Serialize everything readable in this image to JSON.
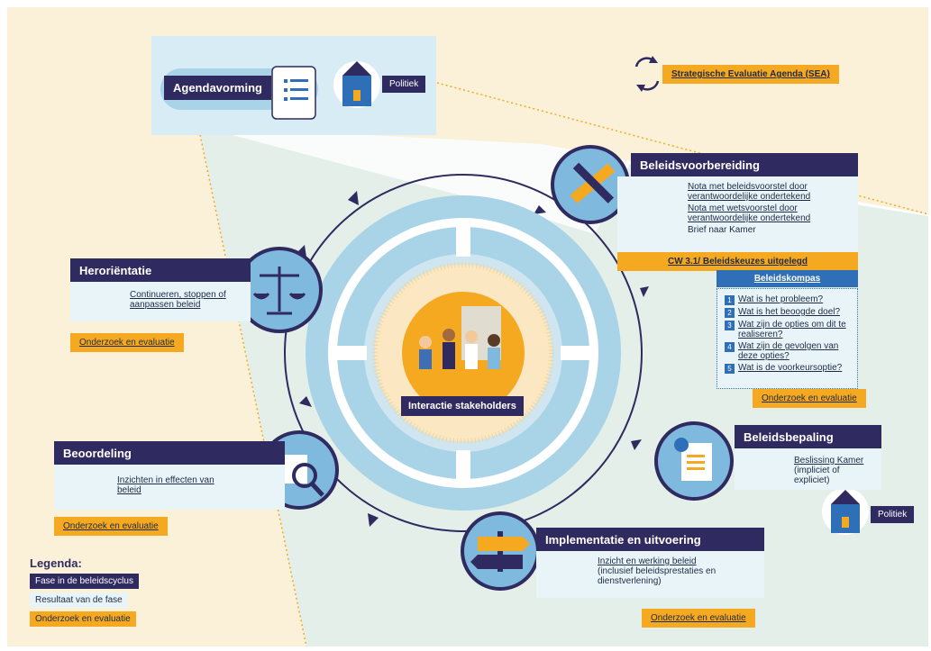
{
  "center": {
    "label": "Interactie stakeholders"
  },
  "agenda": {
    "label": "Agendavorming",
    "politiek": "Politiek"
  },
  "sea": {
    "label": "Strategische Evaluatie Agenda (SEA)"
  },
  "voorbereiding": {
    "title": "Beleidsvoorbereiding",
    "items": [
      "Nota met beleidsvoorstel door verantwoordelijke ondertekend",
      "Nota met wetsvoorstel door verantwoordelijke ondertekend",
      "Brief naar Kamer"
    ],
    "cw": "CW 3.1/ Beleidskeuzes uitgelegd"
  },
  "kompas": {
    "title": "Beleidskompas",
    "questions": [
      {
        "n": "1",
        "text": "Wat is het probleem?"
      },
      {
        "n": "2",
        "text": "Wat is het beoogde doel?"
      },
      {
        "n": "3",
        "text": "Wat zijn de opties om dit te realiseren?"
      },
      {
        "n": "4",
        "text": "Wat zijn de gevolgen van deze opties?"
      },
      {
        "n": "5",
        "text": "Wat is de voorkeursoptie?"
      }
    ],
    "onderzoek": "Onderzoek en evaluatie"
  },
  "bepaling": {
    "title": "Beleidsbepaling",
    "result_link": "Beslissing Kamer",
    "result_note": "(impliciet of expliciet)",
    "politiek": "Politiek"
  },
  "implementatie": {
    "title": "Implementatie en uitvoering",
    "result_link": "Inzicht en werking beleid",
    "result_note": "(inclusief beleidsprestaties en dienstverlening)",
    "onderzoek": "Onderzoek en evaluatie"
  },
  "beoordeling": {
    "title": "Beoordeling",
    "result": "Inzichten in effecten van beleid",
    "onderzoek": "Onderzoek en evaluatie"
  },
  "herorientatie": {
    "title": "Heroriëntatie",
    "result": "Continueren, stoppen of aanpassen beleid",
    "onderzoek": "Onderzoek en evaluatie"
  },
  "legend": {
    "title": "Legenda:",
    "phase": "Fase in de beleidscyclus",
    "result": "Resultaat van de fase",
    "research": "Onderzoek en evaluatie"
  },
  "colors": {
    "navy": "#2f2a5f",
    "orange": "#f4a921",
    "light_blue": "#cfe6f1",
    "mid_blue": "#a9d3e6",
    "result_bg": "#e8f4f8",
    "cream": "#fbf1d9",
    "teal_bg": "#e3efe8"
  }
}
